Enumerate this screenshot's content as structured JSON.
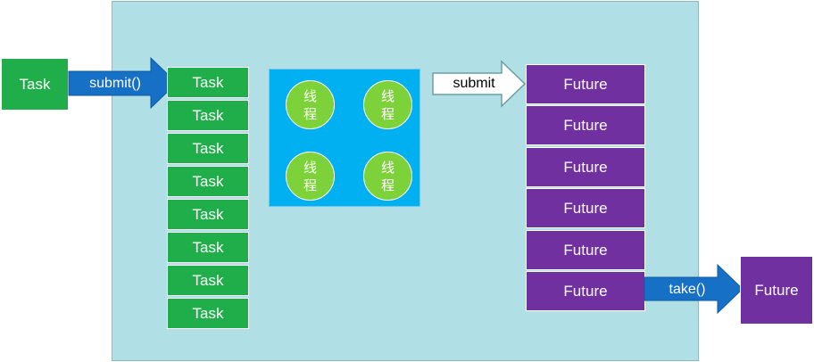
{
  "source_task": "Task",
  "submit_call_label": "submit()",
  "queue_tasks": [
    "Task",
    "Task",
    "Task",
    "Task",
    "Task",
    "Task",
    "Task",
    "Task"
  ],
  "thread_pool": [
    {
      "line1": "线",
      "line2": "程"
    },
    {
      "line1": "线",
      "line2": "程"
    },
    {
      "line1": "线",
      "line2": "程"
    },
    {
      "line1": "线",
      "line2": "程"
    }
  ],
  "submit_label": "submit",
  "futures": [
    "Future",
    "Future",
    "Future",
    "Future",
    "Future",
    "Future"
  ],
  "take_label": "take()",
  "result_future": "Future",
  "colors": {
    "container": "#b0e0e6",
    "task": "#1fae49",
    "future": "#7030a0",
    "pool": "#00b0f0",
    "thread": "#7dd23a",
    "blue_arrow": "#1570c6"
  }
}
